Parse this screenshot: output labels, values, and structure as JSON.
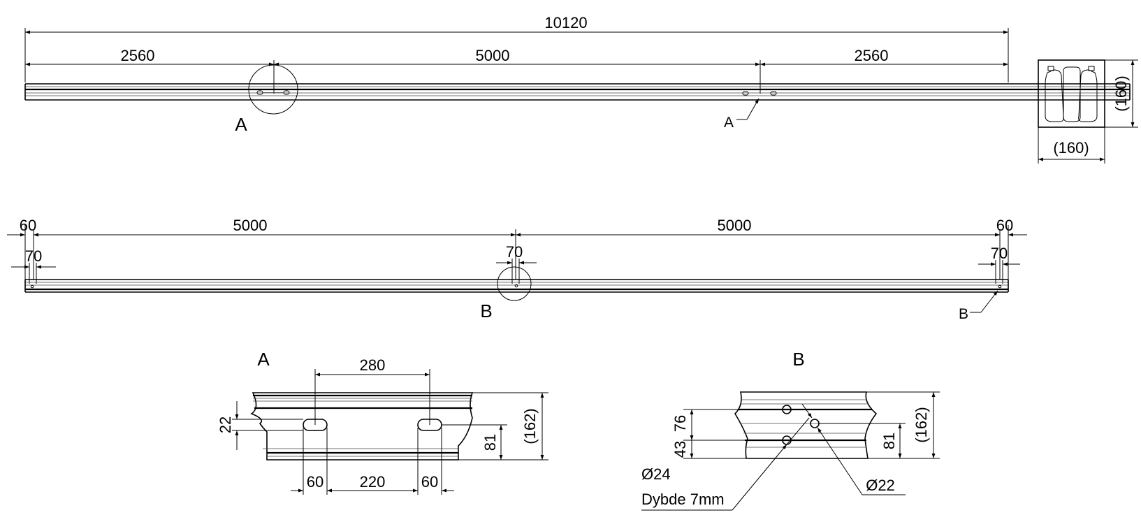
{
  "top_view": {
    "overall_length": "10120",
    "left_offset": "2560",
    "middle_span": "5000",
    "right_offset": "2560",
    "detail_label_left": "A",
    "detail_label_right": "A"
  },
  "section": {
    "height": "(160)",
    "width": "(160)"
  },
  "side_view": {
    "left_end": "60",
    "right_end": "60",
    "left_hole": "70",
    "center_hole": "70",
    "right_hole": "70",
    "span_left": "5000",
    "span_right": "5000",
    "detail_label_center": "B",
    "detail_label_right": "B"
  },
  "detail_a": {
    "title": "A",
    "slot_spacing": "280",
    "slot_height": "22",
    "slot_width_left": "60",
    "slot_gap": "220",
    "slot_width_right": "60",
    "center_height": "81",
    "total_height": "(162)"
  },
  "detail_b": {
    "title": "B",
    "dim_upper": "76",
    "dim_lower": "43",
    "center_height": "81",
    "total_height": "(162)",
    "hole_large": "Ø24",
    "hole_depth": "Dybde 7mm",
    "hole_small": "Ø22"
  }
}
